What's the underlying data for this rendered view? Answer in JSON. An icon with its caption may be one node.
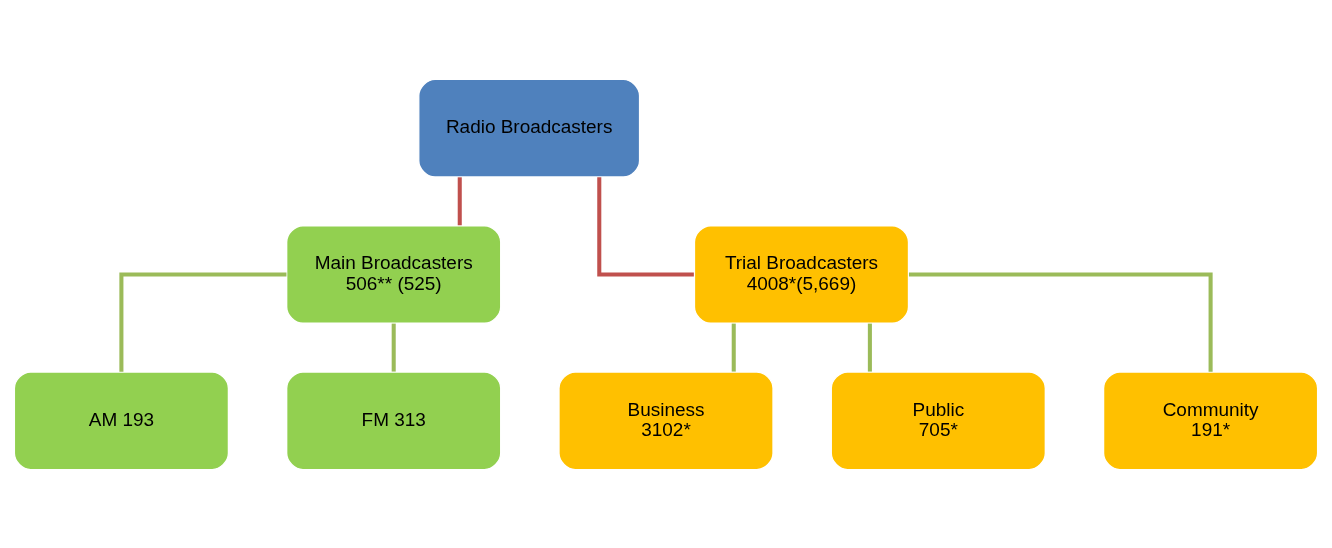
{
  "diagram": {
    "nodes": [
      {
        "text": [
          "Radio Broadcasters"
        ]
      },
      {
        "text": [
          "Main Broadcasters",
          "506** (525)"
        ]
      },
      {
        "text": [
          "Trial Broadcasters",
          "4008*(5,669)"
        ]
      },
      {
        "text": [
          "AM 193"
        ]
      },
      {
        "text": [
          "FM 313"
        ]
      },
      {
        "text": [
          "Business",
          "3102*"
        ]
      },
      {
        "text": [
          "Public",
          "705*"
        ]
      },
      {
        "text": [
          "Community",
          "191*"
        ]
      }
    ],
    "edges": [
      {
        "from": 0,
        "to": 1,
        "arrow": "none",
        "color": "#c0504d"
      },
      {
        "from": 0,
        "to": 2,
        "arrow": "none",
        "color": "#c0504d"
      },
      {
        "from": 1,
        "to": 3,
        "arrow": "none"
      },
      {
        "from": 1,
        "to": 4,
        "arrow": "none"
      },
      {
        "from": 2,
        "to": 5,
        "arrow": "none"
      },
      {
        "from": 2,
        "to": 6,
        "arrow": "none"
      },
      {
        "from": 2,
        "to": 7,
        "arrow": "none"
      }
    ]
  }
}
